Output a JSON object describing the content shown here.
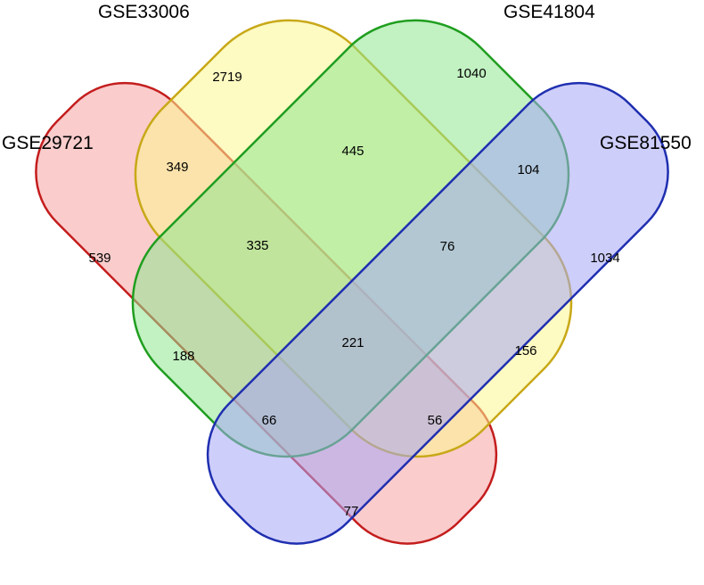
{
  "sets": [
    {
      "id": "a",
      "name": "GSE29721",
      "fill": "#f6a3a3",
      "stroke": "#c41d1d"
    },
    {
      "id": "b",
      "name": "GSE33006",
      "fill": "#fbf68f",
      "stroke": "#c8a817"
    },
    {
      "id": "c",
      "name": "GSE41804",
      "fill": "#90e690",
      "stroke": "#1f9e1f"
    },
    {
      "id": "d",
      "name": "GSE81550",
      "fill": "#a6a6f6",
      "stroke": "#1f2fb0"
    }
  ],
  "regions": [
    {
      "sets": [
        "b"
      ],
      "count": "2719"
    },
    {
      "sets": [
        "c"
      ],
      "count": "1040"
    },
    {
      "sets": [
        "a"
      ],
      "count": "539"
    },
    {
      "sets": [
        "d"
      ],
      "count": "1034"
    },
    {
      "sets": [
        "a",
        "b"
      ],
      "count": "349"
    },
    {
      "sets": [
        "b",
        "c"
      ],
      "count": "445"
    },
    {
      "sets": [
        "c",
        "d"
      ],
      "count": "104"
    },
    {
      "sets": [
        "a",
        "b",
        "c"
      ],
      "count": "335"
    },
    {
      "sets": [
        "b",
        "c",
        "d"
      ],
      "count": "76"
    },
    {
      "sets": [
        "a",
        "c"
      ],
      "count": "188"
    },
    {
      "sets": [
        "a",
        "b",
        "c",
        "d"
      ],
      "count": "221"
    },
    {
      "sets": [
        "b",
        "d"
      ],
      "count": "156"
    },
    {
      "sets": [
        "a",
        "c",
        "d"
      ],
      "count": "66"
    },
    {
      "sets": [
        "a",
        "b",
        "d"
      ],
      "count": "56"
    },
    {
      "sets": [
        "a",
        "d"
      ],
      "count": "77"
    }
  ]
}
